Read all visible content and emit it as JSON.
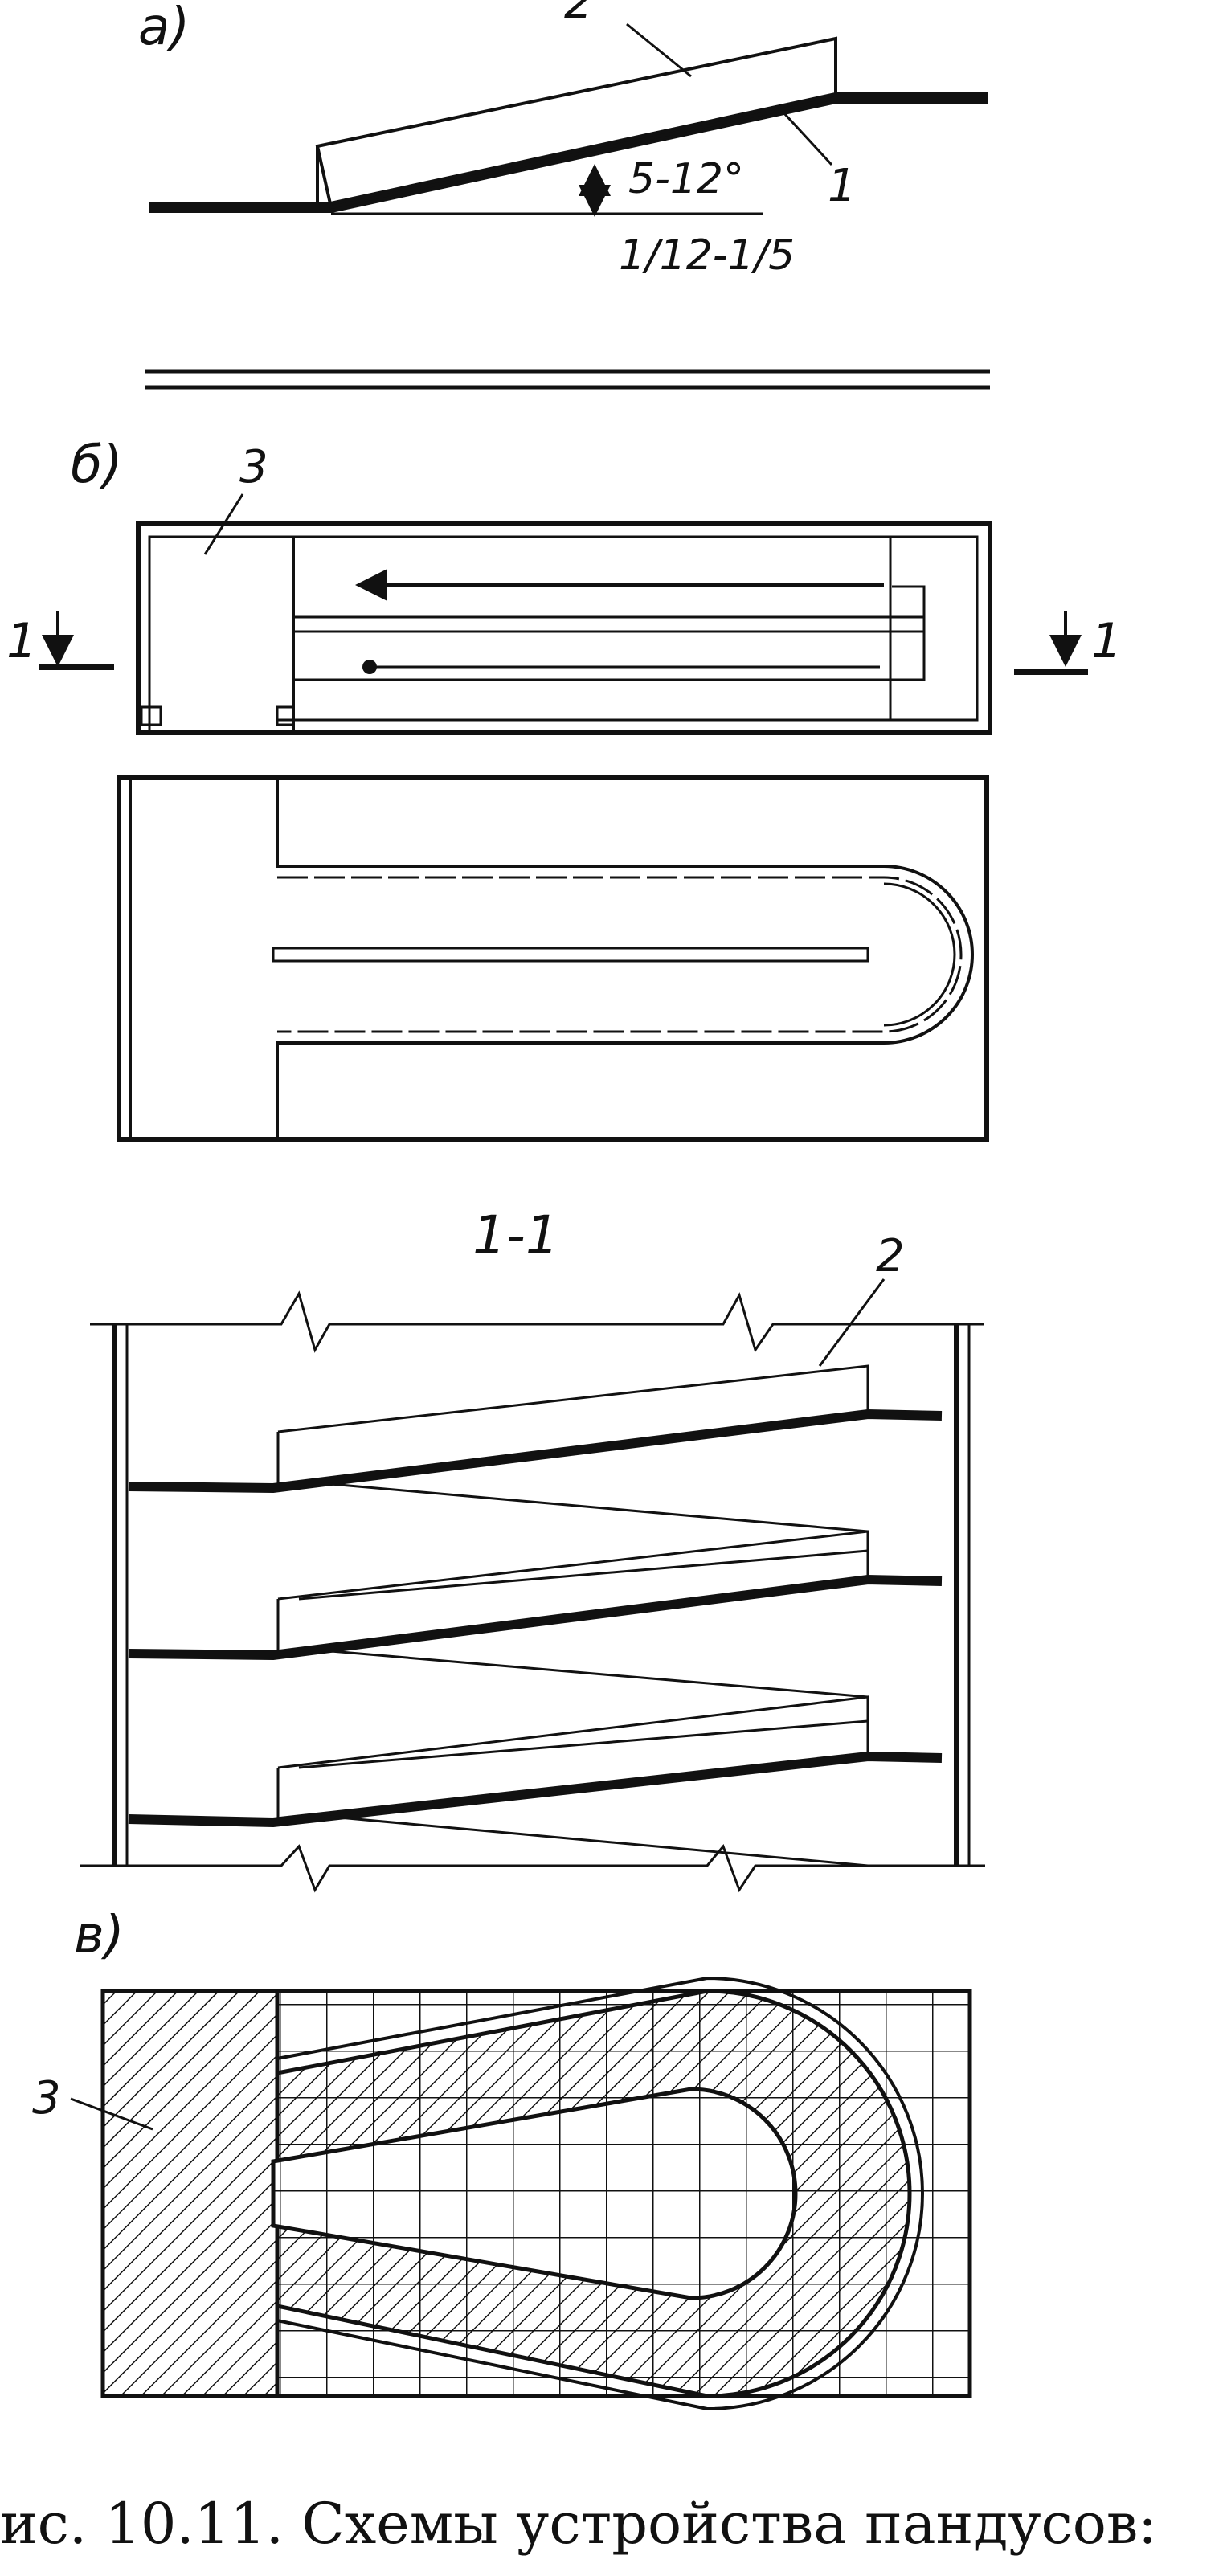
{
  "figure": {
    "panel_a": {
      "letter": "а)",
      "label_ramp_wall": "2",
      "label_ramp_slab": "1",
      "angle_text": "5-12°",
      "slope_text": "1/12-1/5"
    },
    "panel_b": {
      "letter": "б)",
      "label_room": "3",
      "cut_left": "1",
      "cut_right": "1",
      "section_title": "1-1",
      "section_label_ramp": "2"
    },
    "panel_v": {
      "letter": "в)",
      "label_hatched": "3"
    },
    "caption": "ис. 10.11. Схемы устройства пандусов:"
  }
}
